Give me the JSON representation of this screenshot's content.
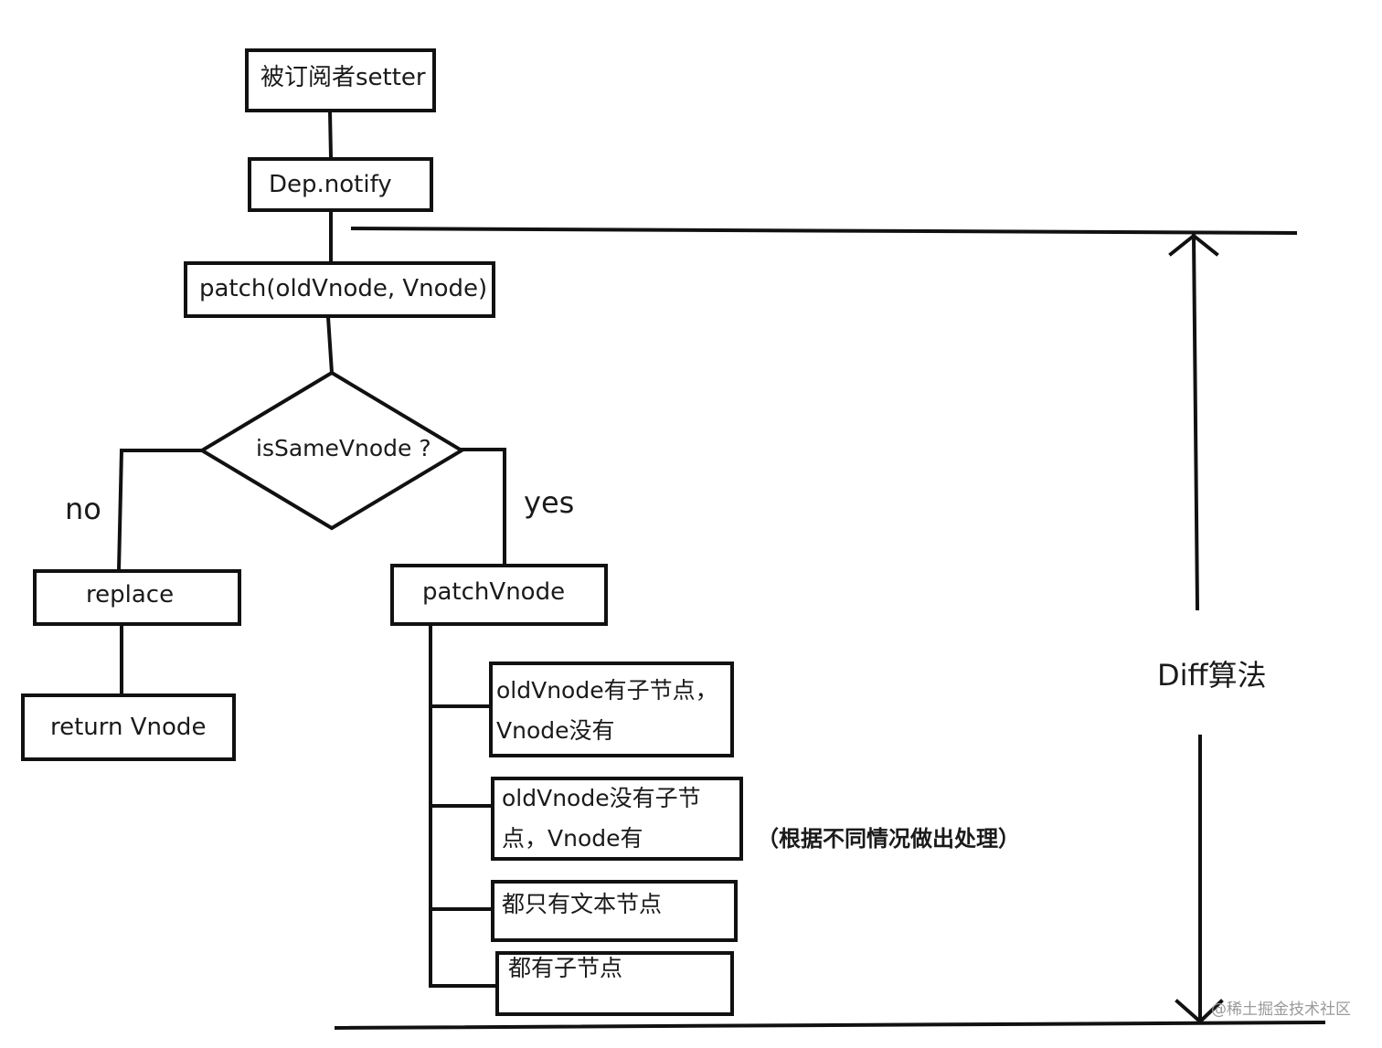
{
  "nodes": {
    "subscriber_setter": "被订阅者setter",
    "dep_notify": "Dep.notify",
    "patch": "patch(oldVnode, Vnode)",
    "decision": "isSameVnode ?",
    "replace": "replace",
    "return_vnode": "return Vnode",
    "patch_vnode": "patchVnode",
    "case1": "oldVnode有子节点，\nVnode没有",
    "case2": "oldVnode没有子节\n点，Vnode有",
    "case3": "都只有文本节点",
    "case4": "都有子节点"
  },
  "edge_labels": {
    "no": "no",
    "yes": "yes"
  },
  "annotations": {
    "diff_range": "Diff算法",
    "handling_note": "（根据不同情况做出处理）"
  },
  "watermark": "@稀土掘金技术社区"
}
